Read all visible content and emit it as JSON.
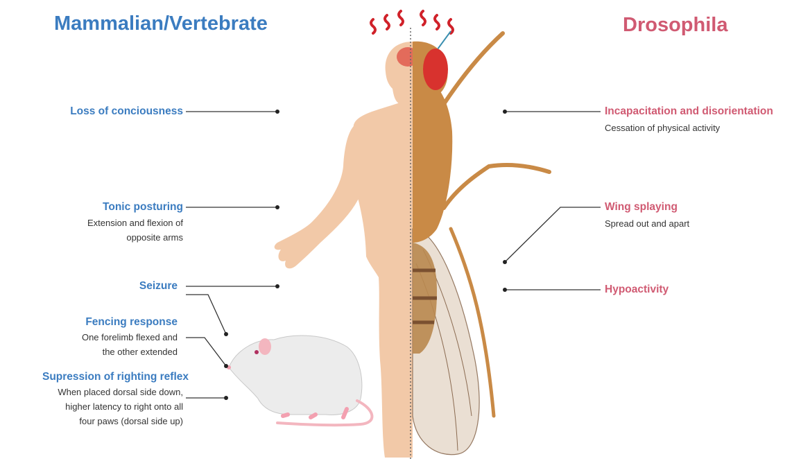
{
  "titles": {
    "left": "Mammalian/Vertebrate",
    "right": "Drosophila"
  },
  "left_labels": {
    "consciousness": {
      "title": "Loss of conciousness"
    },
    "tonic": {
      "title": "Tonic posturing",
      "line1": "Extension and flexion of",
      "line2": "opposite arms"
    },
    "seizure": {
      "title": "Seizure"
    },
    "fencing": {
      "title": "Fencing response",
      "line1": "One forelimb flexed and",
      "line2": "the other extended"
    },
    "righting": {
      "title": "Supression of righting reflex",
      "line1": "When placed dorsal side down,",
      "line2": "higher latency to right onto all",
      "line3": "four paws (dorsal side up)"
    }
  },
  "right_labels": {
    "incapacitation": {
      "title": "Incapacitation and disorientation",
      "line1": "Cessation of physical activity"
    },
    "wing": {
      "title": "Wing splaying",
      "line1": "Spread out and apart"
    },
    "hypo": {
      "title": "Hypoactivity"
    }
  },
  "colors": {
    "vertebrate_blue": "#3b7cc0",
    "drosophila_pink": "#d05a72",
    "skin": "#f2c9a8",
    "fly_body": "#c98a46",
    "fly_eye": "#d8322e",
    "impact_red": "#d0222a"
  }
}
